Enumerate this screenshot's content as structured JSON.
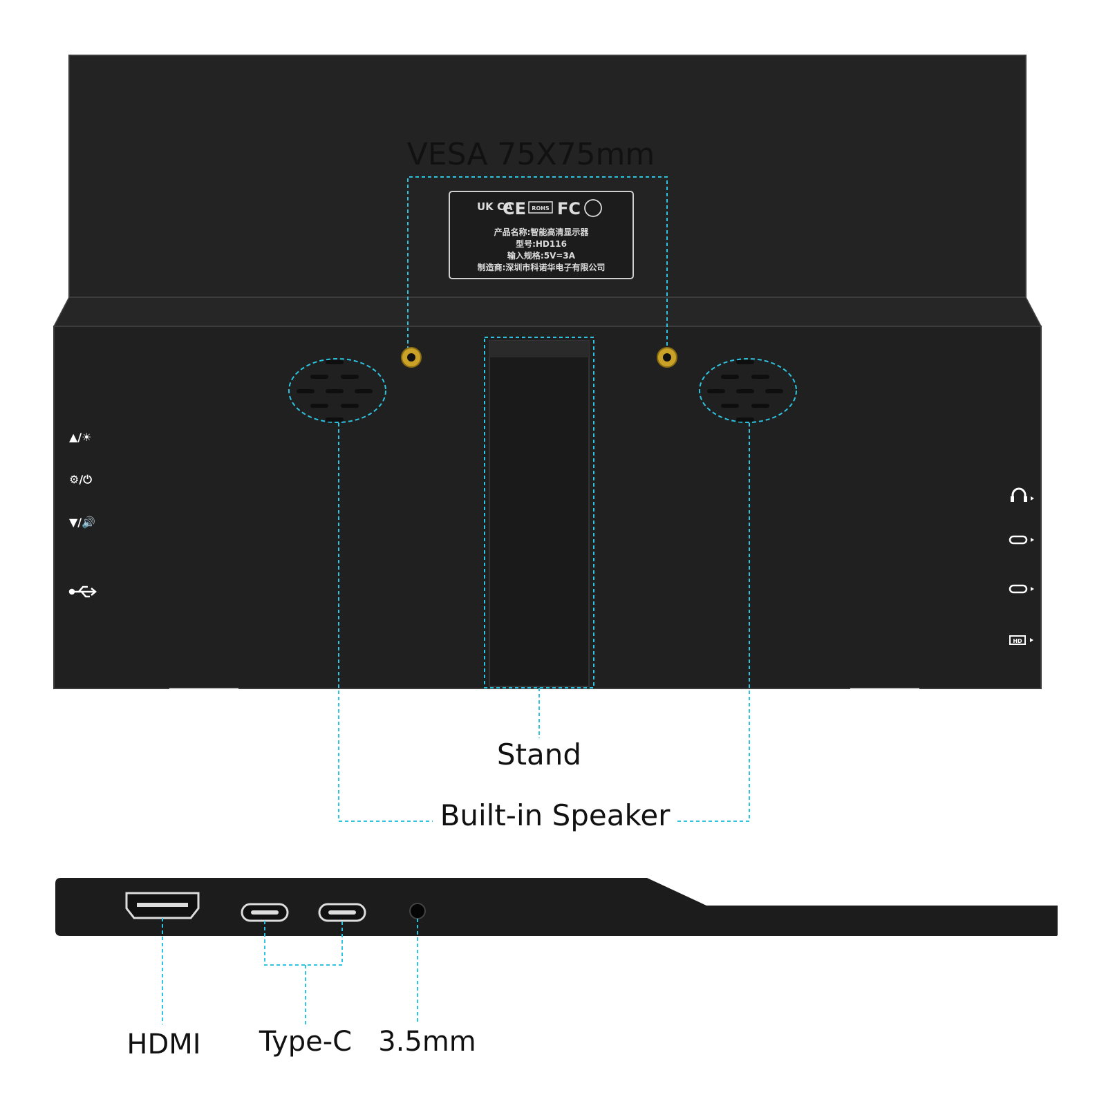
{
  "labels": {
    "vesa": "VESA 75X75mm",
    "stand": "Stand",
    "speaker": "Built-in Speaker",
    "hdmi": "HDMI",
    "typec": "Type-C",
    "audio": "3.5mm"
  },
  "cert_label": {
    "marks": [
      "UK CA",
      "CE",
      "ROHS",
      "FC"
    ],
    "line1": "产品名称:智能高清显示器",
    "line2": "型号:HD116",
    "line3": "输入规格:5V=3A",
    "line4": "制造商:深圳市科诺华电子有限公司"
  },
  "buttons": [
    {
      "icon": "up-brightness-icon",
      "text": "▲/☀"
    },
    {
      "icon": "menu-power-icon",
      "text": "⚙/⏻"
    },
    {
      "icon": "down-volume-icon",
      "text": "▼/🔊"
    },
    {
      "icon": "usb-icon",
      "text": "⭠"
    }
  ],
  "port_icons": [
    "headphone-icon",
    "usb-c-icon",
    "usb-c-icon",
    "hdmi-icon"
  ],
  "port_icon_text": {
    "hdmi": "HD"
  },
  "colors": {
    "body": "#222222",
    "panel": "#232323",
    "leader": "#2ec4e0",
    "screw": "#c9a227",
    "text": "#111111"
  }
}
